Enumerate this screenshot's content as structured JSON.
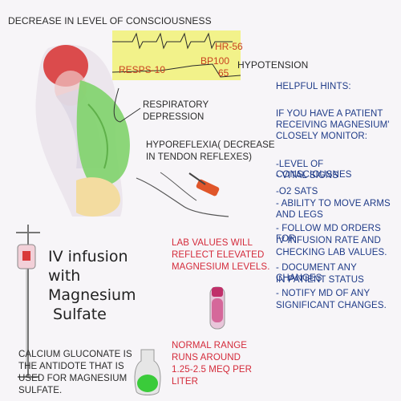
{
  "labels": {
    "decrease_consciousness": "DECREASE IN LEVEL OF CONSCIOUSNESS",
    "respiratory_depression_1": "RESPIRATORY",
    "respiratory_depression_2": "DEPRESSION",
    "hyporeflexia_1": "HYPOREFLEXIA( DECREASE",
    "hyporeflexia_2": "IN TENDON REFLEXES)",
    "hypotension": "HYPOTENSION",
    "lab_values_1": "LAB VALUES WILL",
    "lab_values_2": "REFLECT ELEVATED",
    "lab_values_3": "MAGNESIUM LEVELS.",
    "normal_range_1": "NORMAL RANGE",
    "normal_range_2": "RUNS AROUND",
    "normal_range_3": "1.25-2.5 MEQ PER",
    "normal_range_4": "LITER",
    "calcium_1": "CALCIUM GLUCONATE  IS",
    "calcium_2": "THE ANTIDOTE THAT IS",
    "calcium_3": "USED FOR MAGNESIUM",
    "calcium_4": "SULFATE."
  },
  "monitor": {
    "hr": "HR-56",
    "bp_top": "BP100",
    "bp_bottom": "65",
    "resps": "RESPS-10"
  },
  "iv_title": {
    "line1": "IV infusion",
    "line2": "with",
    "line3": "Magnesium",
    "line4": "Sulfate"
  },
  "hints": {
    "title": "HELPFUL HINTS:",
    "intro": [
      "IF YOU HAVE A PATIENT",
      "RECEIVING MAGNESIUM'",
      "CLOSELY MONITOR:"
    ],
    "items": [
      "-LEVEL OF CONSCIOUSNES",
      "- VITAL SIGNS",
      "-O2 SATS",
      "- ABILITY TO MOVE ARMS",
      "AND LEGS",
      "- FOLLOW MD ORDERS FOR",
      "IV INFUSION RATE AND",
      "CHECKING LAB VALUES.",
      "- DOCUMENT ANY CHANGES",
      "IN PATIENT STATUS",
      "- NOTIFY MD OF ANY",
      "SIGNIFICANT CHANGES."
    ]
  },
  "colors": {
    "head": "#d93a3a",
    "lungs": "#7fd36a",
    "monitor_bg": "#f2f28a",
    "hammer": "#e0562a",
    "blood_tube": "#c0306a",
    "calcium_bottle": "#3acb3a",
    "red_text": "#d42a3a",
    "blue_text": "#1f3b88"
  }
}
